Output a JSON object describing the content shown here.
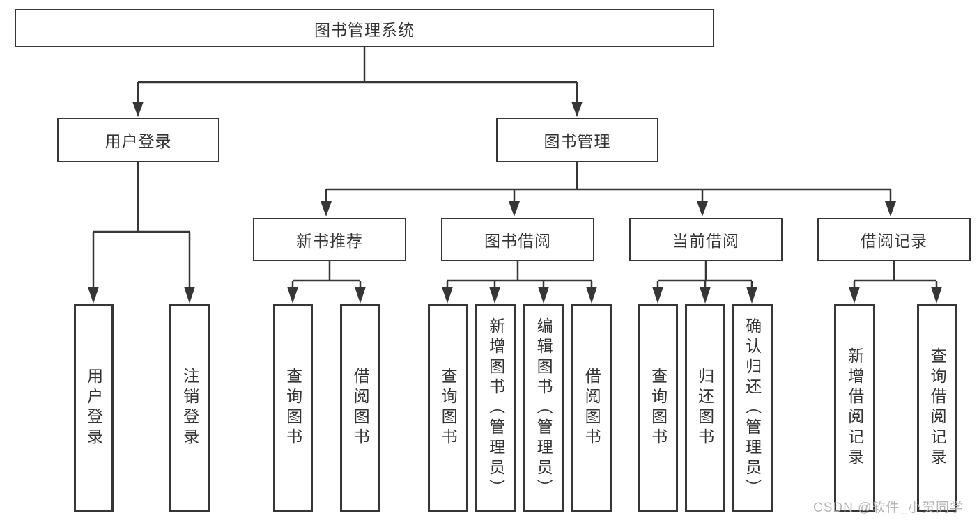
{
  "diagram": {
    "title": "图书管理系统",
    "branches": [
      {
        "label": "用户登录",
        "children": [
          {
            "label": "用户登录"
          },
          {
            "label": "注销登录"
          }
        ]
      },
      {
        "label": "图书管理",
        "children": [
          {
            "label": "新书推荐",
            "children": [
              {
                "label": "查询图书"
              },
              {
                "label": "借阅图书"
              }
            ]
          },
          {
            "label": "图书借阅",
            "children": [
              {
                "label": "查询图书"
              },
              {
                "label": "新增图书（管理员）"
              },
              {
                "label": "编辑图书（管理员）"
              },
              {
                "label": "借阅图书"
              }
            ]
          },
          {
            "label": "当前借阅",
            "children": [
              {
                "label": "查询图书"
              },
              {
                "label": "归还图书"
              },
              {
                "label": "确认归还（管理员）"
              }
            ]
          },
          {
            "label": "借阅记录",
            "children": [
              {
                "label": "新增借阅记录"
              },
              {
                "label": "查询借阅记录"
              }
            ]
          }
        ]
      }
    ]
  },
  "watermark": "CSDN @软件_小贺同学",
  "colors": {
    "line": "#363636",
    "text": "#333333",
    "background": "#ffffff",
    "watermark": "#b2b2b2"
  }
}
